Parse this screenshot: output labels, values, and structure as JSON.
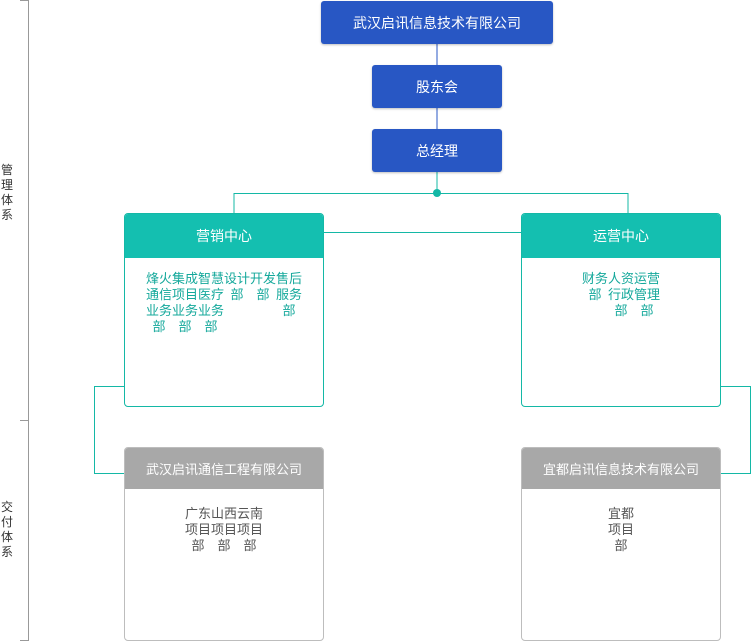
{
  "side_labels": {
    "management": "管理体系",
    "delivery": "交付体系"
  },
  "top": {
    "company": "武汉启讯信息技术有限公司",
    "board": "股东会",
    "gm": "总经理"
  },
  "marketing": {
    "title": "营销中心",
    "departments": [
      "烽火通信业务部",
      "集成项目业务部",
      "智慧医疗业务部",
      "设计部",
      "开发部",
      "售后服务部"
    ]
  },
  "operations": {
    "title": "运营中心",
    "departments": [
      "财务部",
      "人资行政部",
      "运营管理部"
    ]
  },
  "wuhan_eng": {
    "title": "武汉启讯通信工程有限公司",
    "departments": [
      "广东项目部",
      "山西项目部",
      "云南项目部"
    ]
  },
  "yidu": {
    "title": "宜都启讯信息技术有限公司",
    "departments": [
      "宜都项目部"
    ]
  },
  "colors": {
    "primary_blue": "#2857c4",
    "teal": "#14bfb0",
    "gray_header": "#a8a8a8"
  }
}
